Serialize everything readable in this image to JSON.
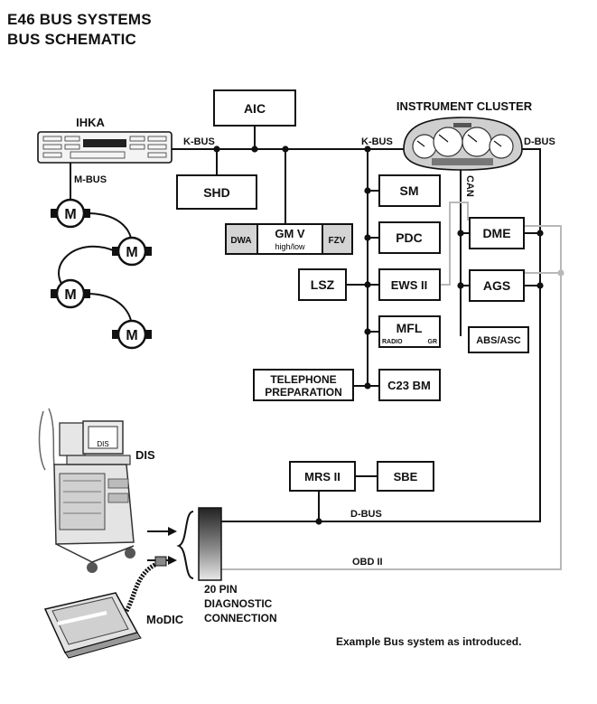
{
  "title": {
    "line1": "E46 BUS  SYSTEMS",
    "line2": "BUS SCHEMATIC"
  },
  "labels": {
    "ihka": "IHKA",
    "aic": "AIC",
    "instrument_cluster": "INSTRUMENT CLUSTER",
    "k_bus_left": "K-BUS",
    "k_bus_right": "K-BUS",
    "d_bus_top": "D-BUS",
    "m_bus": "M-BUS",
    "can": "CAN",
    "shd": "SHD",
    "dwa": "DWA",
    "gm_v": "GM V",
    "gm_v_sub": "high/low",
    "fzv": "FZV",
    "sm": "SM",
    "pdc": "PDC",
    "lsz": "LSZ",
    "ews": "EWS II",
    "mfl": "MFL",
    "mfl_radio": "RADIO",
    "mfl_gr": "GR",
    "telephone_1": "TELEPHONE",
    "telephone_2": "PREPARATION",
    "c23": "C23 BM",
    "dme": "DME",
    "ags": "AGS",
    "abs": "ABS/ASC",
    "dis": "DIS",
    "dis_screen": "DIS",
    "mrs": "MRS II",
    "sbe": "SBE",
    "d_bus_bottom": "D-BUS",
    "obd": "OBD II",
    "pin_1": "20 PIN",
    "pin_2": "DIAGNOSTIC",
    "pin_3": "CONNECTION",
    "modic": "MoDIC",
    "motor": "M"
  },
  "footnote": "Example Bus system as introduced.",
  "colors": {
    "line": "#111111",
    "obd_line": "#b8b8b8",
    "gray_box": "#d4d4d4"
  }
}
